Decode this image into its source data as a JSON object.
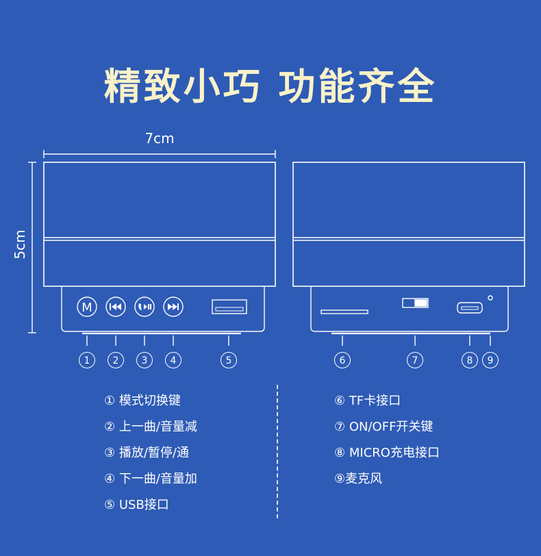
{
  "title": "精致小巧 功能齐全",
  "dimensions": {
    "width": "7cm",
    "height": "5cm"
  },
  "front_buttons": [
    "M"
  ],
  "callout_numbers": [
    "1",
    "2",
    "3",
    "4",
    "5",
    "6",
    "7",
    "8",
    "9"
  ],
  "legend_left": [
    "① 模式切换键",
    "② 上一曲/音量减",
    "③ 播放/暂停/通",
    "④ 下一曲/音量加",
    "⑤ USB接口"
  ],
  "legend_right": [
    "⑥ TF卡接口",
    "⑦ ON/OFF开关键",
    "⑧ MICRO充电接口",
    "⑨麦克风"
  ],
  "colors": {
    "background": "#2e5bb5",
    "title": "#fbf2c9",
    "line": "#ffffff"
  }
}
